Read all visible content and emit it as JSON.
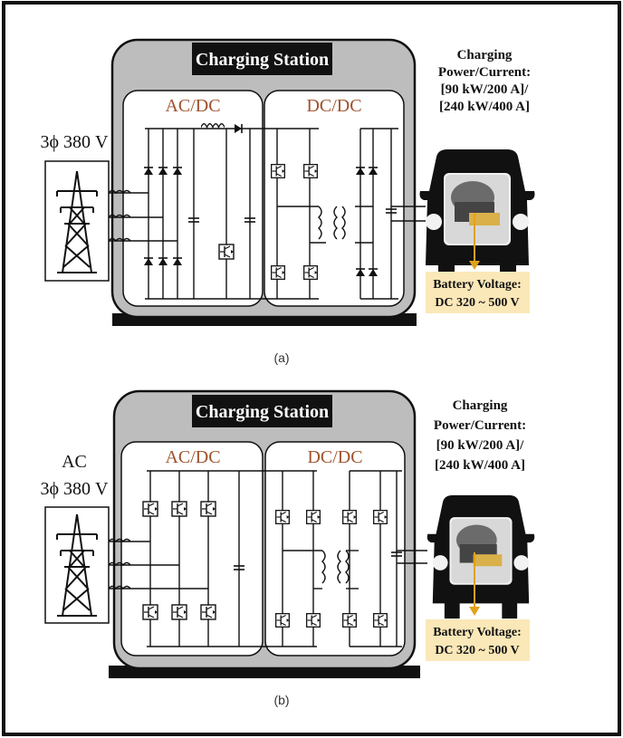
{
  "panels": [
    {
      "id": "a",
      "station_title": "Charging Station",
      "acdc_label": "AC/DC",
      "dcdc_label": "DC/DC",
      "grid_label_line1": "",
      "grid_label_line2": "3ϕ 380 V",
      "power_line1": "Charging",
      "power_line2": "Power/Current:",
      "power_line3": "[90 kW/200 A]/",
      "power_line4": "[240 kW/400 A]",
      "battery_line1": "Battery Voltage:",
      "battery_line2": "DC 320 ~ 500 V",
      "caption": "(a)"
    },
    {
      "id": "b",
      "station_title": "Charging Station",
      "acdc_label": "AC/DC",
      "dcdc_label": "DC/DC",
      "grid_label_line1": "AC",
      "grid_label_line2": "3ϕ 380 V",
      "power_line1": "Charging",
      "power_line2": "Power/Current:",
      "power_line3": "[90 kW/200 A]/",
      "power_line4": "[240 kW/400 A]",
      "battery_line1": "Battery Voltage:",
      "battery_line2": "DC 320 ~ 500 V",
      "caption": "(b)"
    }
  ],
  "colors": {
    "frame": "#111111",
    "station_fill": "#bdbdbd",
    "section_label": "#a0522d",
    "battery_label_bg": "#fbe8b8",
    "arrow": "#e0a21b",
    "car": "#111111"
  }
}
